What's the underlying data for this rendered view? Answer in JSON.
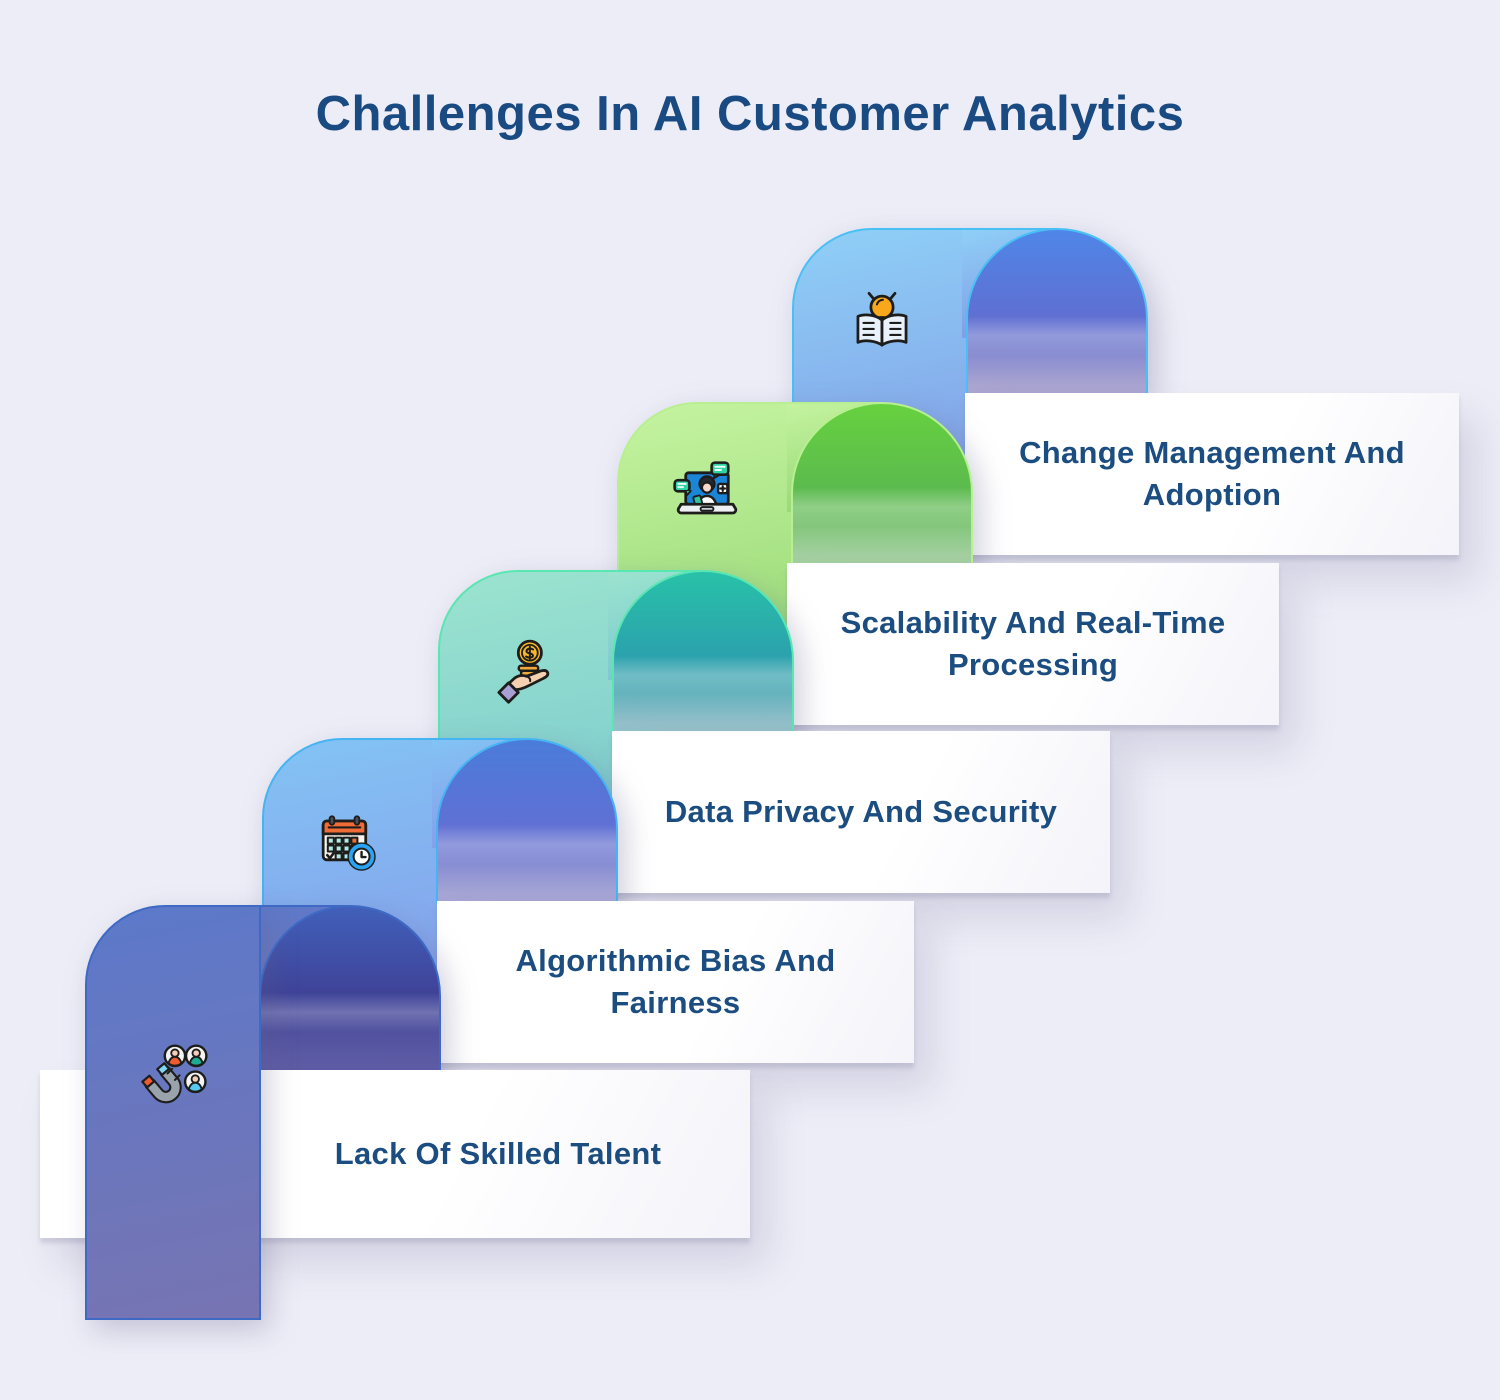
{
  "title": "Challenges In AI Customer Analytics",
  "colors": {
    "bg": "#ededf7",
    "title_color": "#1a4a82",
    "text_color": "#1b4d80"
  },
  "steps": [
    {
      "label": "Change Management And Adoption",
      "icon": "book-lightbulb",
      "colors": {
        "edge": "#49c0f5",
        "face1": "#8fd0f7",
        "face2": "#7e92e2",
        "dome1": "#4f86e8",
        "dome2": "#5f6fd2",
        "haze": "#a9a4d0"
      }
    },
    {
      "label": "Scalability And Real-Time Processing",
      "icon": "telehealth-laptop",
      "colors": {
        "edge": "#b7ef92",
        "face1": "#c5f3a0",
        "face2": "#8ed46e",
        "dome1": "#66d13f",
        "dome2": "#5cbb4e",
        "haze": "#a3cfa0"
      }
    },
    {
      "label": "Data Privacy And Security",
      "icon": "hand-coins",
      "colors": {
        "edge": "#58e6b2",
        "face1": "#9ce4cf",
        "face2": "#74c4ce",
        "dome1": "#28c1a8",
        "dome2": "#2ba2ad",
        "haze": "#93bfc9"
      }
    },
    {
      "label": "Algorithmic Bias And Fairness",
      "icon": "calendar-clock",
      "colors": {
        "edge": "#45b4f2",
        "face1": "#83c3f4",
        "face2": "#8697e9",
        "dome1": "#4a7cda",
        "dome2": "#6070d4",
        "haze": "#a5a4d4"
      }
    },
    {
      "label": "Lack Of Skilled Talent",
      "icon": "magnet-people",
      "colors": {
        "edge": "#3e6ac6",
        "face1": "#5c79ca",
        "face2": "#7774b2",
        "dome1": "#4160ba",
        "dome2": "#3f4398",
        "haze": "#5d5ba4"
      }
    }
  ]
}
